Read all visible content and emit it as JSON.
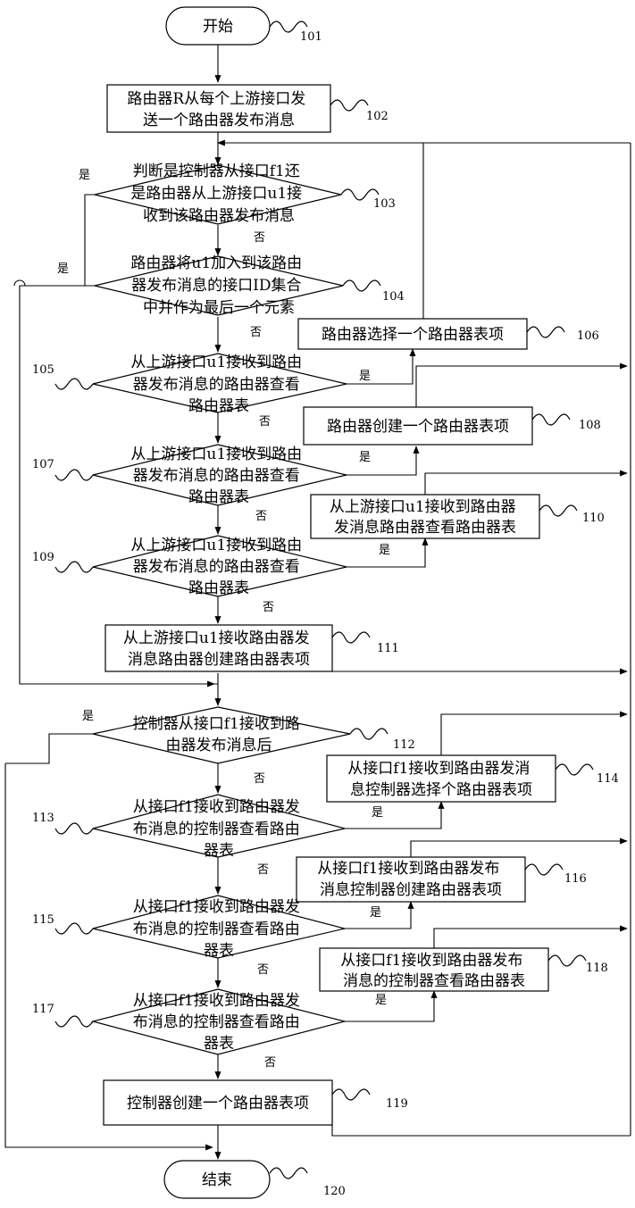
{
  "nodes": {
    "start": {
      "label": "开始",
      "ref": "101"
    },
    "n102": {
      "lines": [
        "路由器R从每个上游接口发",
        "送一个路由器发布消息"
      ],
      "ref": "102"
    },
    "d103": {
      "lines": [
        "判断是控制器从接口f1还",
        "是路由器从上游接口u1接",
        "收到该路由器发布消息"
      ],
      "ref": "103"
    },
    "d104": {
      "lines": [
        "路由器将u1加入到该路由",
        "器发布消息的接口ID集合",
        "中并作为最后一个元素"
      ],
      "ref": "104"
    },
    "n106": {
      "lines": [
        "路由器选择一个路由器表项"
      ],
      "ref": "106"
    },
    "d105": {
      "lines": [
        "从上游接口u1接收到路由",
        "器发布消息的路由器查看",
        "路由器表"
      ],
      "ref": "105"
    },
    "n108": {
      "lines": [
        "路由器创建一个路由器表项"
      ],
      "ref": "108"
    },
    "d107": {
      "lines": [
        "从上游接口u1接收到路由",
        "器发布消息的路由器查看",
        "路由器表"
      ],
      "ref": "107"
    },
    "n110": {
      "lines": [
        "从上游接口u1接收到路由器",
        "发消息路由器查看路由器表"
      ],
      "ref": "110"
    },
    "d109": {
      "lines": [
        "从上游接口u1接收到路由",
        "器发布消息的路由器查看",
        "路由器表"
      ],
      "ref": "109"
    },
    "n111": {
      "lines": [
        "从上游接口u1接收路由器发",
        "消息路由器创建路由器表项"
      ],
      "ref": "111"
    },
    "d112": {
      "lines": [
        "控制器从接口f1接收到路",
        "由器发布消息后"
      ],
      "ref": "112"
    },
    "n114": {
      "lines": [
        "从接口f1接收到路由器发消",
        "息控制器选择个路由器表项"
      ],
      "ref": "114"
    },
    "d113": {
      "lines": [
        "从接口f1接收到路由器发",
        "布消息的控制器查看路由",
        "器表"
      ],
      "ref": "113"
    },
    "n116": {
      "lines": [
        "从接口f1接收到路由器发布",
        "消息控制器创建路由器表项"
      ],
      "ref": "116"
    },
    "d115": {
      "lines": [
        "从接口f1接收到路由器发",
        "布消息的控制器查看路由",
        "器表"
      ],
      "ref": "115"
    },
    "n118": {
      "lines": [
        "从接口f1接收到路由器发布",
        "消息的控制器查看路由器表"
      ],
      "ref": "118"
    },
    "d117": {
      "lines": [
        "从接口f1接收到路由器发",
        "布消息的控制器查看路由",
        "器表"
      ],
      "ref": "117"
    },
    "n119": {
      "lines": [
        "控制器创建一个路由器表项"
      ],
      "ref": "119"
    },
    "end": {
      "label": "结束",
      "ref": "120"
    }
  },
  "branch_labels": {
    "yes": "是",
    "no": "否"
  }
}
